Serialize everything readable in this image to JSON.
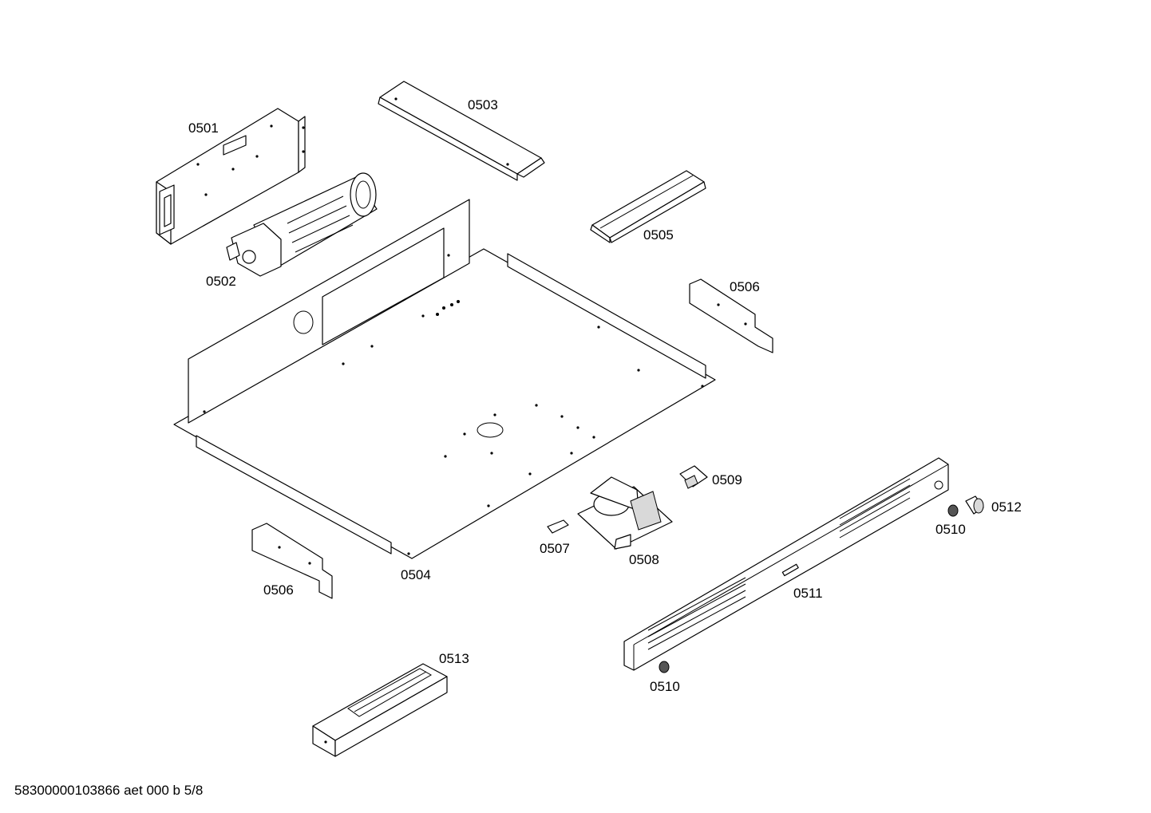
{
  "labels": {
    "p0501": "0501",
    "p0502": "0502",
    "p0503": "0503",
    "p0504": "0504",
    "p0505": "0505",
    "p0506_right": "0506",
    "p0506_left": "0506",
    "p0507": "0507",
    "p0508": "0508",
    "p0509": "0509",
    "p0510_right": "0510",
    "p0510_bottom": "0510",
    "p0511": "0511",
    "p0512": "0512",
    "p0513": "0513"
  },
  "footer": "58300000103866 aet 000 b 5/8"
}
